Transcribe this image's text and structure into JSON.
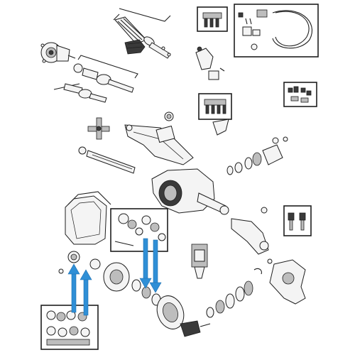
{
  "colors": {
    "arrow": "#2f8fd6",
    "line": "#1e1e1e",
    "part_fill": "#f4f4f4",
    "background": "#ffffff"
  },
  "kit_boxes": [
    {
      "id": "top-center",
      "icon": "bolt-kit-icon"
    },
    {
      "id": "top-right",
      "icon": "cable-kit-icon"
    },
    {
      "id": "right-small",
      "icon": "hardware-kit-icon"
    },
    {
      "id": "center-small",
      "icon": "yoke-kit-icon"
    },
    {
      "id": "center-left",
      "icon": "spider-gear-kit-icon"
    },
    {
      "id": "right-ball-joint",
      "icon": "ball-joint-kit-icon"
    },
    {
      "id": "bottom-left",
      "icon": "bearing-kit-icon"
    }
  ],
  "sealant_tube": {
    "icon": "sealant-tube-icon"
  }
}
